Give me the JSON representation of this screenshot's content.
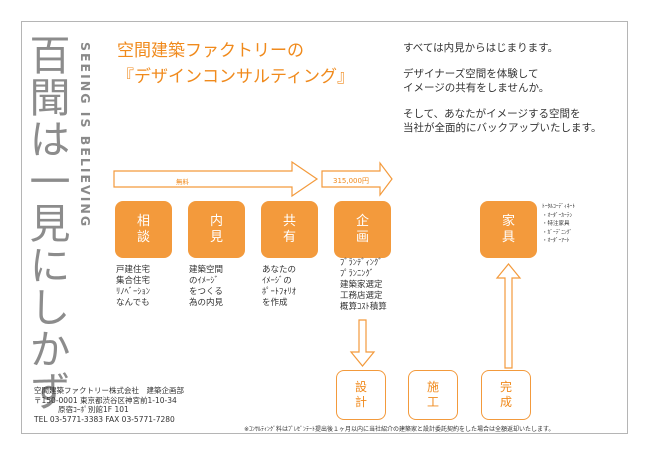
{
  "vertical_title": "百聞は一見にしかず",
  "vertical_english": "SEEING IS BELIEVING",
  "heading": {
    "line1": "空間建築ファクトリーの",
    "line2": "『デザインコンサルティング』"
  },
  "intro": [
    "すべては内見からはじまります。",
    "デザイナーズ空間を体験して\nイメージの共有をしませんか。",
    "そして、あなたがイメージする空間を\n当社が全面的にバックアップいたします。"
  ],
  "arrows": {
    "free_label": "無料",
    "price_label": "315,000円"
  },
  "steps": [
    {
      "label": "相談",
      "desc": "戸建住宅\n集合住宅\nﾘﾉﾍﾞｰｼｮﾝ\nなんでも"
    },
    {
      "label": "内見",
      "desc": "建築空間\nのｲﾒｰｼﾞ\nをつくる\n為の内見"
    },
    {
      "label": "共有",
      "desc": "あなたの\nｲﾒｰｼﾞの\nﾎﾟｰﾄﾌｫﾘｵ\nを作成"
    },
    {
      "label": "企画",
      "desc": "ﾌﾞﾗﾝﾃﾞｨﾝｸﾞ\nﾌﾟﾗﾝﾆﾝｸﾞ\n建築家選定\n工務店選定\n概算ｺｽﾄ積算"
    }
  ],
  "furniture": {
    "label": "家具",
    "items": "ﾄｰﾀﾙｺｰﾃﾞｨﾈｰﾄ\n・ｵｰﾀﾞｰｶｰﾃﾝ\n・特注家具\n・ｶﾞｰﾃﾞﾆﾝｸﾞ\n・ｵｰﾀﾞｰｱｰﾄ"
  },
  "phases": [
    {
      "label": "設計"
    },
    {
      "label": "施工"
    },
    {
      "label": "完成"
    }
  ],
  "company": {
    "line1": "空間建築ファクトリー株式会社　建築企画部",
    "line2": "〒150-0001 東京都渋谷区神宮前1-10-34",
    "line3": "原宿ｺｰﾎﾟ別館1F 101",
    "line4": "TEL 03-5771-3383 FAX 03-5771-7280"
  },
  "footnote": "※ｺﾝｻﾙﾃｨﾝｸﾞ料はﾌﾟﾚｾﾞﾝﾃｰﾄ提出後１ヶ月以内に当社紹介の建築家と設計委託契約をした場合は全額返却いたします。",
  "colors": {
    "accent": "#f39a3c",
    "accent_text": "#f08a1c",
    "frame": "#b5b5b5"
  }
}
